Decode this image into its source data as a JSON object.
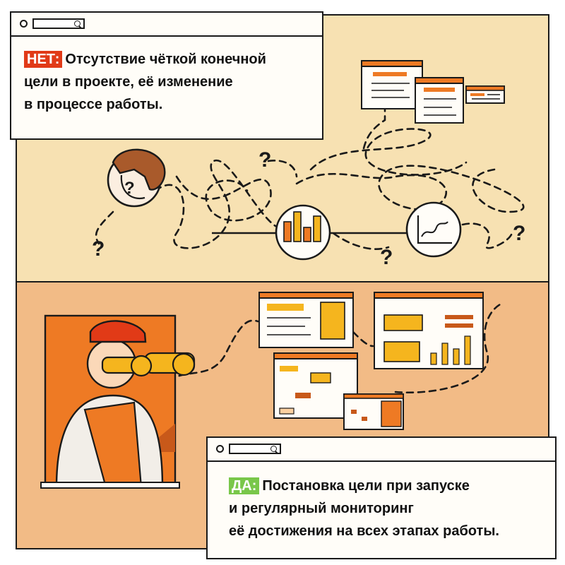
{
  "top_card": {
    "tag": "НЕТ:",
    "lines": [
      "Отсутствие чёткой конечной",
      "цели в проекте, её изменение",
      "в процессе работы."
    ]
  },
  "bottom_card": {
    "tag": "ДА:",
    "lines": [
      "Постановка цели при запуске",
      "и регулярный мониторинг",
      "её достижения на всех этапах работы."
    ]
  },
  "colors": {
    "top_panel": "#f7e1b2",
    "bottom_panel": "#f2bb86",
    "accent_orange": "#ee7a24",
    "accent_red": "#e13a17",
    "accent_green": "#79c74a",
    "accent_yellow": "#f5b51e"
  },
  "question_marks": [
    "?",
    "?",
    "?",
    "?",
    "?"
  ]
}
